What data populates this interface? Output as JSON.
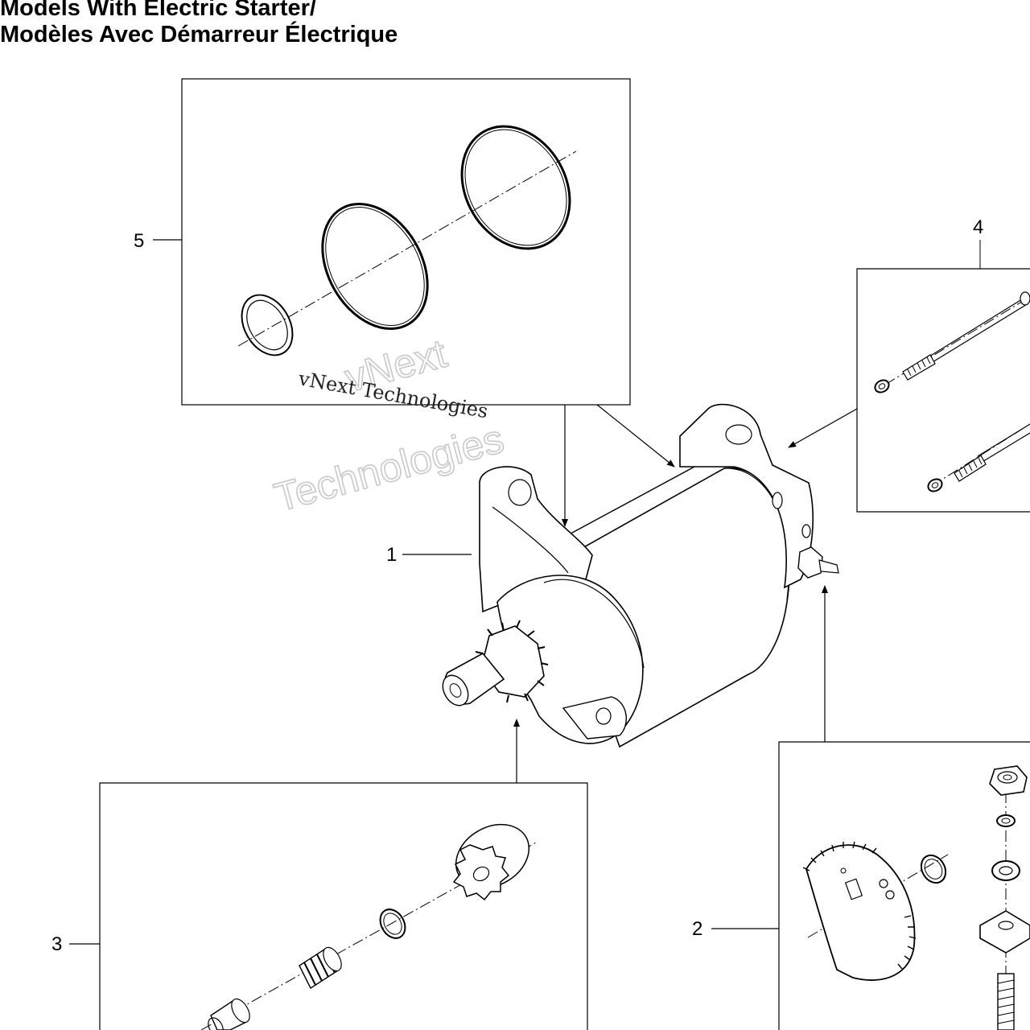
{
  "title": {
    "line1": "Models With Electric Starter/",
    "line2": "Modèles Avec Démarreur Électrique"
  },
  "callouts": {
    "c1": "1",
    "c2": "2",
    "c3": "3",
    "c4": "4",
    "c5": "5"
  },
  "watermark": {
    "outline_line1": "vNext",
    "outline_line2": "Technologies",
    "serif_text": "vNext Technologies"
  }
}
